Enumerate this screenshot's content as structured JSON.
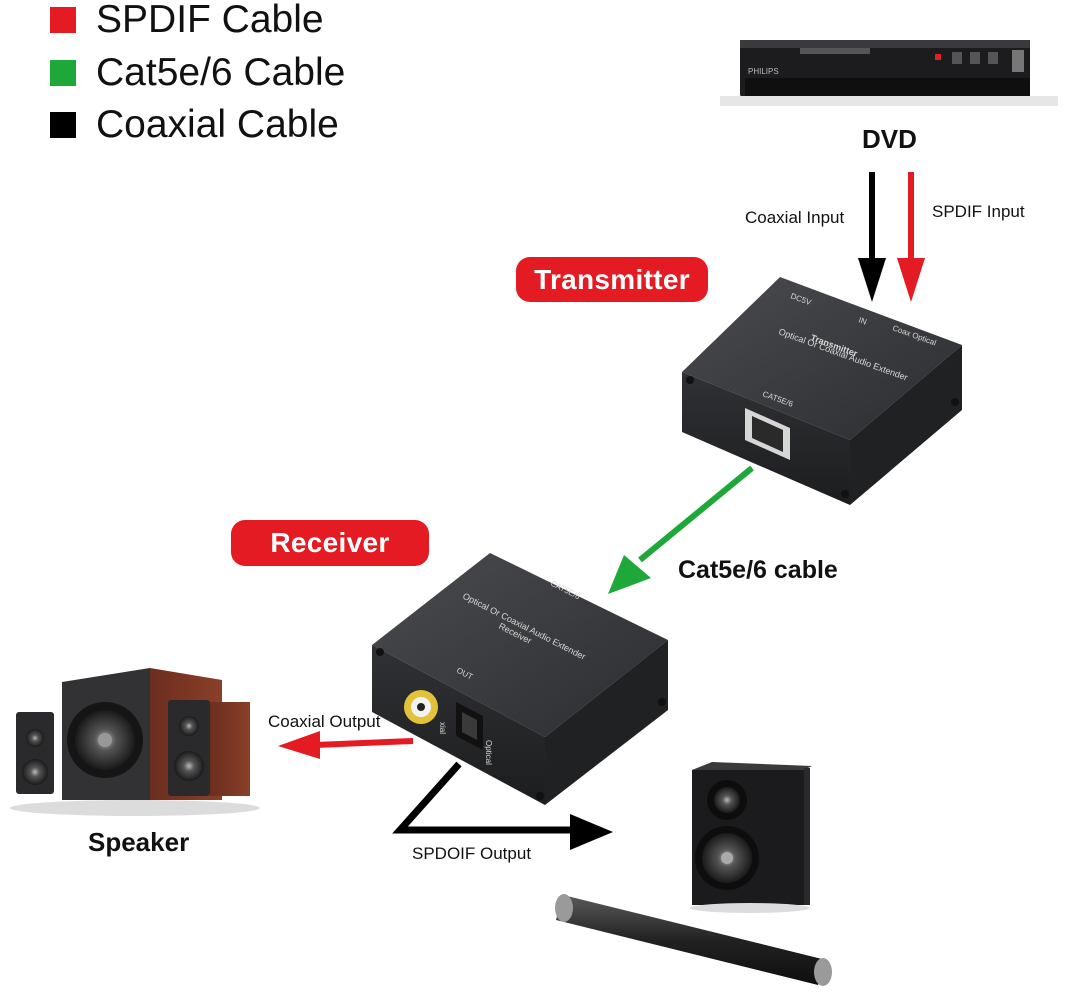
{
  "legend": [
    {
      "label": "SPDIF Cable",
      "color": "#e41b22"
    },
    {
      "label": "Cat5e/6 Cable",
      "color": "#1fa83a"
    },
    {
      "label": "Coaxial Cable",
      "color": "#000000"
    }
  ],
  "colors": {
    "spdif": "#e41b22",
    "cat": "#1fa83a",
    "coax": "#000000",
    "device": "#3b3c3f"
  },
  "dvd": {
    "label": "DVD",
    "brand": "PHILIPS"
  },
  "inputs": {
    "coaxial": "Coaxial Input",
    "spdif": "SPDIF Input"
  },
  "transmitter": {
    "badge": "Transmitter",
    "line1": "Optical Or Coaxial Audio Extender",
    "line2": "Transmitter",
    "port_label": "CAT5E/6",
    "dc_label": "DC5V",
    "in_label": "IN",
    "coax_label": "Coax Optical"
  },
  "cable_label": "Cat5e/6 cable",
  "receiver": {
    "badge": "Receiver",
    "line1": "Optical Or Coaxial Audio Extender",
    "line2": "Receiver",
    "port_label": "CAT5E/6",
    "out_label": "OUT",
    "optical_label": "Optical",
    "coax_label": "xial"
  },
  "outputs": {
    "coaxial": "Coaxial Output",
    "spdif": "SPDOIF Output"
  },
  "speaker_label": "Speaker"
}
